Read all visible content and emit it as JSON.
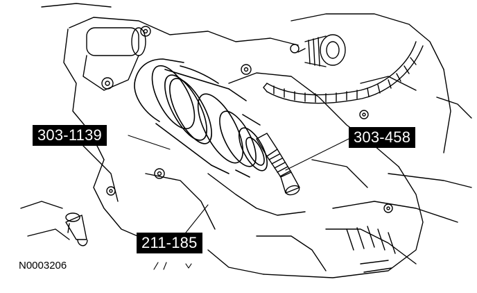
{
  "callouts": {
    "tool_a": "303-1139",
    "tool_b": "303-458",
    "tool_c": "211-185"
  },
  "figure_id": "N0003206",
  "colors": {
    "ink": "#000000",
    "paper": "#ffffff",
    "callout_bg": "#000000",
    "callout_text": "#ffffff"
  }
}
